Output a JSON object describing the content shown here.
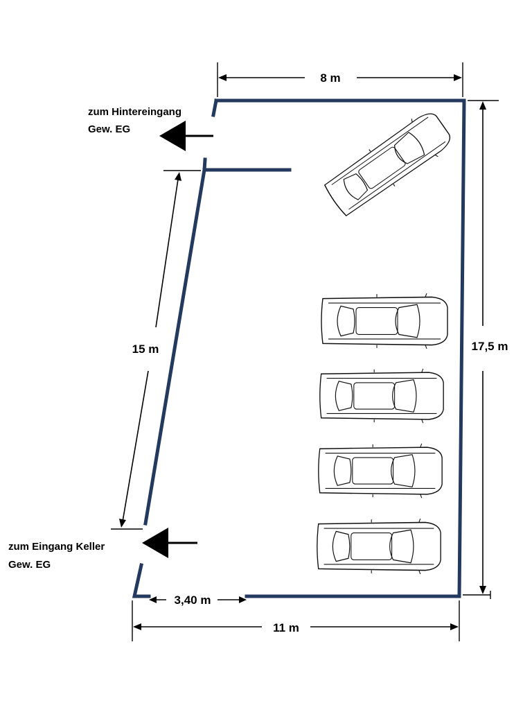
{
  "dimensions": {
    "top_width": "8 m",
    "right_length": "17,5 m",
    "left_length": "15 m",
    "entrance_width": "3,40 m",
    "bottom_width": "11 m"
  },
  "labels": {
    "rear_entrance_line1": "zum Hintereingang",
    "rear_entrance_line2": "Gew. EG",
    "basement_entrance_line1": "zum Eingang Keller",
    "basement_entrance_line2": "Gew. EG"
  },
  "parking": {
    "car_count": 5
  },
  "colors": {
    "wall": "#24395e",
    "text": "#000000"
  }
}
